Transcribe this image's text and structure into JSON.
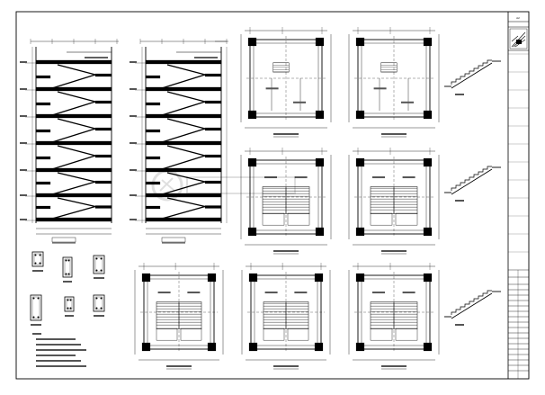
{
  "drawing": {
    "title_block": {
      "header": "A2",
      "rows": [
        "",
        "",
        "",
        "",
        "",
        "",
        "",
        "",
        ""
      ]
    },
    "panels": [
      {
        "id": "section-1",
        "label": ""
      },
      {
        "id": "section-2",
        "label": ""
      },
      {
        "id": "plan-top-left",
        "label": ""
      },
      {
        "id": "plan-top-right",
        "label": ""
      },
      {
        "id": "plan-mid-left",
        "label": ""
      },
      {
        "id": "plan-mid-right",
        "label": ""
      },
      {
        "id": "plan-bot-left",
        "label": ""
      },
      {
        "id": "plan-bot-mid",
        "label": ""
      },
      {
        "id": "plan-bot-right",
        "label": ""
      }
    ],
    "notes_count": 6
  }
}
